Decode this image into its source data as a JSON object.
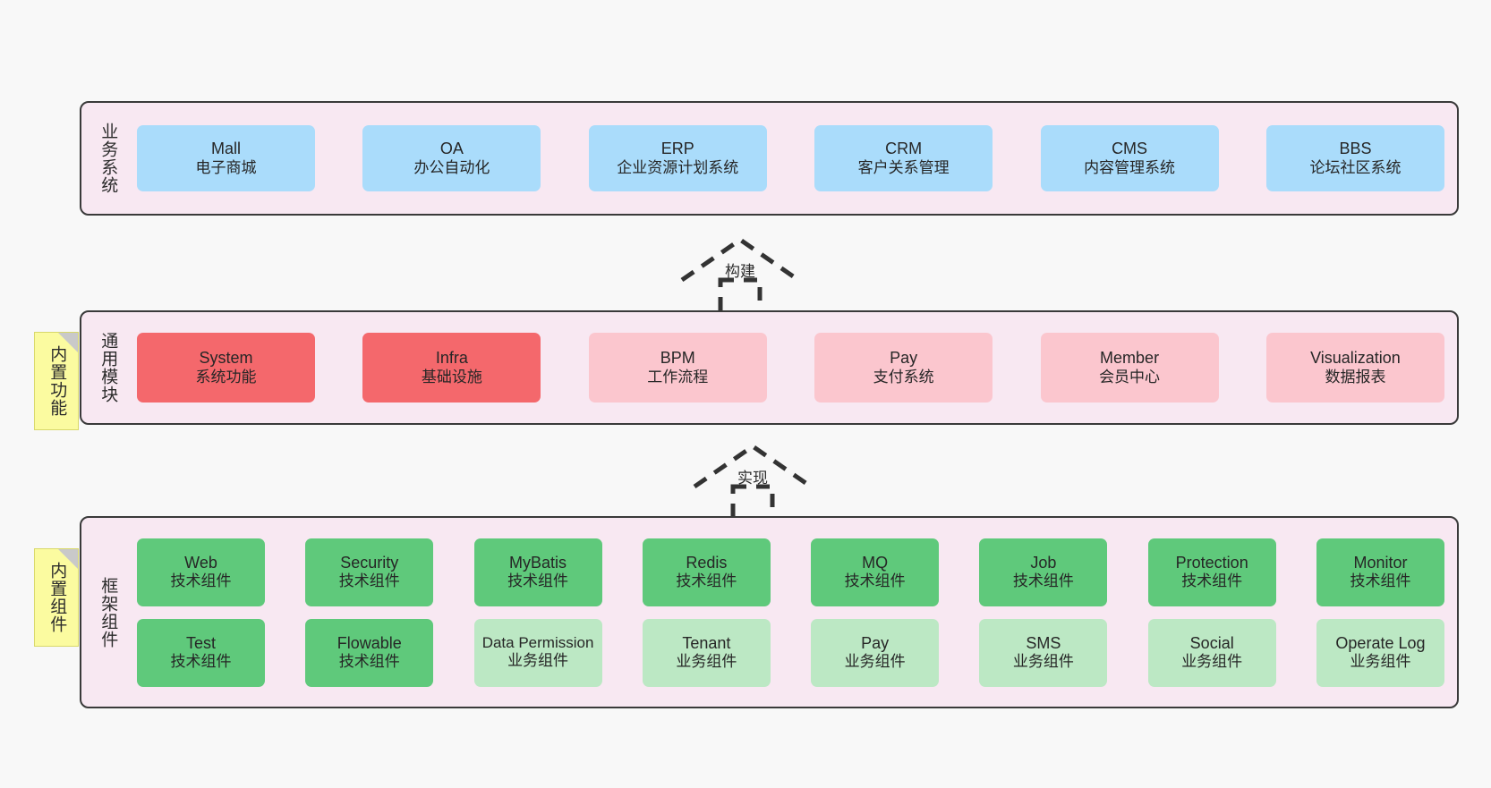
{
  "diagram": {
    "background": "#f8f8f8",
    "layer_fill": "#f8e8f2",
    "note_fill": "#fbfba0",
    "colors": {
      "business": "#aadcfb",
      "module_core": "#f4686c",
      "module_other": "#fbc6ce",
      "tech_component": "#5fc97b",
      "biz_component": "#bce8c4"
    }
  },
  "layers": [
    {
      "id": "business-systems",
      "title": "业务系统",
      "rows": [
        [
          {
            "en": "Mall",
            "cn": "电子商城",
            "color": "blue"
          },
          {
            "en": "OA",
            "cn": "办公自动化",
            "color": "blue"
          },
          {
            "en": "ERP",
            "cn": "企业资源计划系统",
            "color": "blue"
          },
          {
            "en": "CRM",
            "cn": "客户关系管理",
            "color": "blue"
          },
          {
            "en": "CMS",
            "cn": "内容管理系统",
            "color": "blue"
          },
          {
            "en": "BBS",
            "cn": "论坛社区系统",
            "color": "blue"
          }
        ]
      ]
    },
    {
      "id": "common-modules",
      "title": "通用模块",
      "note": "内置功能",
      "rows": [
        [
          {
            "en": "System",
            "cn": "系统功能",
            "color": "red"
          },
          {
            "en": "Infra",
            "cn": "基础设施",
            "color": "red"
          },
          {
            "en": "BPM",
            "cn": "工作流程",
            "color": "pink"
          },
          {
            "en": "Pay",
            "cn": "支付系统",
            "color": "pink"
          },
          {
            "en": "Member",
            "cn": "会员中心",
            "color": "pink"
          },
          {
            "en": "Visualization",
            "cn": "数据报表",
            "color": "pink"
          }
        ]
      ]
    },
    {
      "id": "framework-components",
      "title": "框架组件",
      "note": "内置组件",
      "rows": [
        [
          {
            "en": "Web",
            "cn": "技术组件",
            "color": "green"
          },
          {
            "en": "Security",
            "cn": "技术组件",
            "color": "green"
          },
          {
            "en": "MyBatis",
            "cn": "技术组件",
            "color": "green"
          },
          {
            "en": "Redis",
            "cn": "技术组件",
            "color": "green"
          },
          {
            "en": "MQ",
            "cn": "技术组件",
            "color": "green"
          },
          {
            "en": "Job",
            "cn": "技术组件",
            "color": "green"
          },
          {
            "en": "Protection",
            "cn": "技术组件",
            "color": "green"
          },
          {
            "en": "Monitor",
            "cn": "技术组件",
            "color": "green"
          }
        ],
        [
          {
            "en": "Test",
            "cn": "技术组件",
            "color": "green"
          },
          {
            "en": "Flowable",
            "cn": "技术组件",
            "color": "green"
          },
          {
            "en": "Data Permission",
            "cn": "业务组件",
            "color": "lightgreen"
          },
          {
            "en": "Tenant",
            "cn": "业务组件",
            "color": "lightgreen"
          },
          {
            "en": "Pay",
            "cn": "业务组件",
            "color": "lightgreen"
          },
          {
            "en": "SMS",
            "cn": "业务组件",
            "color": "lightgreen"
          },
          {
            "en": "Social",
            "cn": "业务组件",
            "color": "lightgreen"
          },
          {
            "en": "Operate Log",
            "cn": "业务组件",
            "color": "lightgreen"
          }
        ]
      ]
    }
  ],
  "connectors": [
    {
      "id": "build",
      "label": "构建"
    },
    {
      "id": "implement",
      "label": "实现"
    }
  ]
}
